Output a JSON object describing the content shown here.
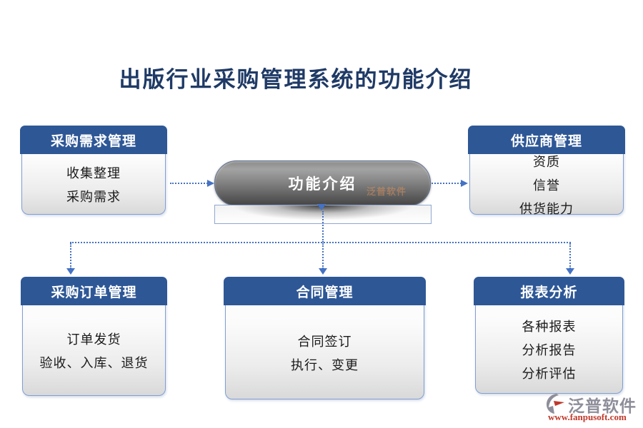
{
  "title": "出版行业采购管理系统的功能介绍",
  "center_pill": {
    "label": "功能介绍"
  },
  "boxes": [
    {
      "key": "purchase-demand-management",
      "title": "采购需求管理",
      "lines": [
        "收集整理",
        "采购需求"
      ]
    },
    {
      "key": "supplier-management",
      "title": "供应商管理",
      "lines": [
        "资质",
        "信誉",
        "供货能力"
      ]
    },
    {
      "key": "purchase-order-management",
      "title": "采购订单管理",
      "lines": [
        "订单发货",
        "验收、入库、退货"
      ]
    },
    {
      "key": "contract-management",
      "title": "合同管理",
      "lines": [
        "合同签订",
        "执行、变更"
      ]
    },
    {
      "key": "report-analysis",
      "title": "报表分析",
      "lines": [
        "各种报表",
        "分析报告",
        "分析评估"
      ]
    }
  ],
  "watermark": {
    "brand": "泛普软件"
  },
  "logo": {
    "brand": "泛普软件",
    "website": "www.fanpusoft.com"
  },
  "colors": {
    "title_text": "#1F3A66",
    "box_header_bg": "#2E5796",
    "box_border": "#7F9ED3",
    "connector": "#4472C4",
    "pill_text": "#FFFFFF",
    "logo_brand": "#8E8E9A",
    "logo_site": "#C0392B"
  }
}
